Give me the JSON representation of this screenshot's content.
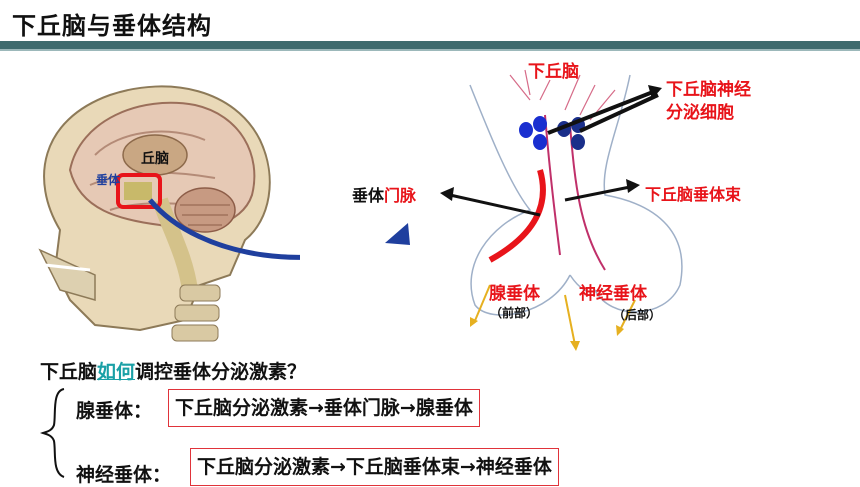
{
  "title": "下丘脑与垂体结构",
  "skull": {
    "label_thalamus": "丘脑",
    "label_pituitary": "垂体"
  },
  "diagram": {
    "hypothalamus": "下丘脑",
    "neuro_cells_line1": "下丘脑神经",
    "neuro_cells_line2": "分泌细胞",
    "portal_vein_a": "垂体",
    "portal_vein_b": "门脉",
    "tract_a": "下丘脑",
    "tract_b": "垂体束",
    "adeno": "腺垂体",
    "adeno_sub": "（前部）",
    "neuro": "神经垂体",
    "neuro_sub": "（后部）"
  },
  "question": {
    "pre": "下丘脑",
    "highlight": "如何",
    "post": "调控垂体分泌激素？"
  },
  "rows": [
    {
      "label": "腺垂体：",
      "path": "下丘脑分泌激素→垂体门脉→腺垂体"
    },
    {
      "label": "神经垂体：",
      "path": "下丘脑分泌激素→下丘脑垂体束→神经垂体"
    }
  ],
  "colors": {
    "accent_red": "#e8141a",
    "title_bar": "#3f6b6e",
    "highlight": "#1aa0a6",
    "arrow_blue": "#1f3f9e"
  }
}
